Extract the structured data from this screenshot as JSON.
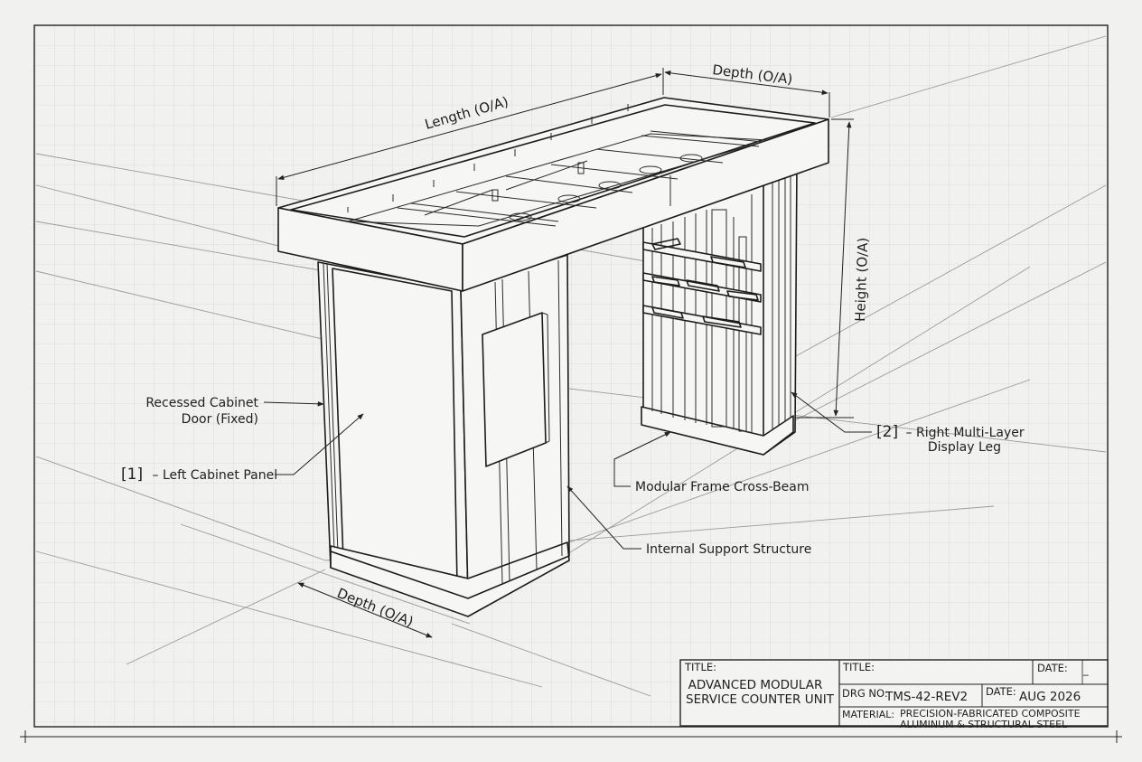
{
  "annotations": {
    "length_oa": "Length (O/A)",
    "depth_oa_top": "Depth (O/A)",
    "height_oa": "Height (O/A)",
    "depth_oa_bottom": "Depth (O/A)",
    "recessed_door_l1": "Recessed Cabinet",
    "recessed_door_l2": "Door (Fixed)",
    "left_panel_num": "[1]",
    "left_panel_text": "– Left Cabinet Panel",
    "right_leg_num": "[2]",
    "right_leg_l1": "– Right Multi-Layer",
    "right_leg_l2": "Display Leg",
    "cross_beam": "Modular Frame Cross-Beam",
    "internal_support": "Internal Support Structure"
  },
  "title_block": {
    "title_label": "TITLE:",
    "title_line1": "ADVANCED MODULAR",
    "title_line2": "SERVICE COUNTER UNIT",
    "title2_label": "TITLE:",
    "title2_value": "",
    "date_label_top": "DATE:",
    "date_value_top": "_",
    "drg_label": "DRG NO:",
    "drg_value": "TMS-42-REV2",
    "date_label": "DATE:",
    "date_value": "AUG 2026",
    "material_label": "MATERIAL:",
    "material_line1": "PRECISION-FABRICATED COMPOSITE",
    "material_line2": "ALUMINUM & STRUCTURAL STEEL"
  },
  "colors": {
    "paper": "#f1f1f0",
    "grid": "#d6d6d6",
    "ink": "#1c1c1c"
  }
}
